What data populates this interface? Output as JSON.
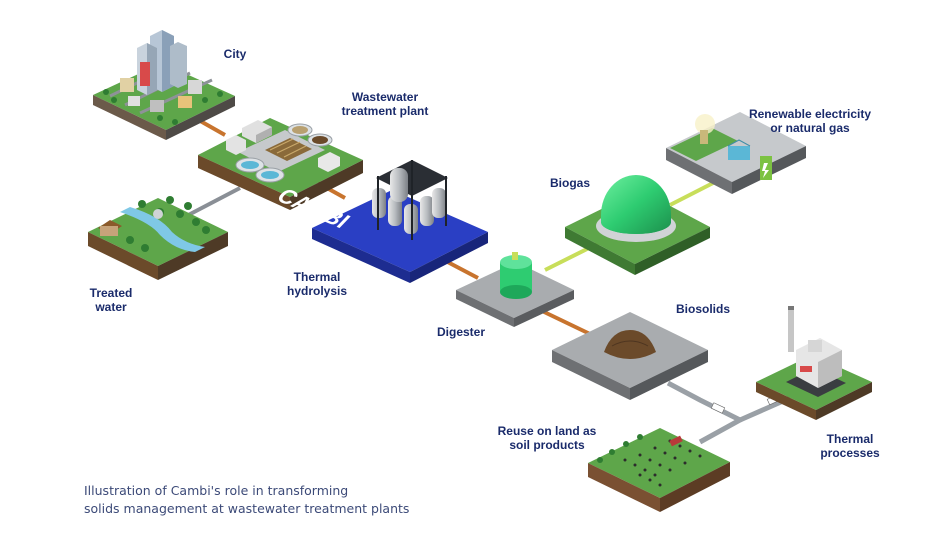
{
  "labels": {
    "city": "City",
    "wwtp_line1": "Wastewater",
    "wwtp_line2": "treatment plant",
    "treated_line1": "Treated",
    "treated_line2": "water",
    "thermal_hydrolysis_line1": "Thermal",
    "thermal_hydrolysis_line2": "hydrolysis",
    "digester": "Digester",
    "biogas": "Biogas",
    "renewable_line1": "Renewable electricity",
    "renewable_line2": "or natural gas",
    "biosolids": "Biosolids",
    "reuse_line1": "Reuse on land as",
    "reuse_line2": "soil products",
    "thermal_processes_line1": "Thermal",
    "thermal_processes_line2": "processes"
  },
  "logo_text": "CAMBI",
  "caption": {
    "line1": "Illustration of Cambi's role in transforming",
    "line2": "solids management at wastewater treatment plants"
  },
  "colors": {
    "title_text": "#1a2b6b",
    "caption_text": "#3c4a78",
    "cambi_blue": "#2a3fc4",
    "grass": "#5ea64a",
    "biogas_green": "#2ecc71",
    "pipe_orange": "#c8742e",
    "pipe_gas": "#c8de5a",
    "pipe_grey": "#9aa0a6"
  }
}
